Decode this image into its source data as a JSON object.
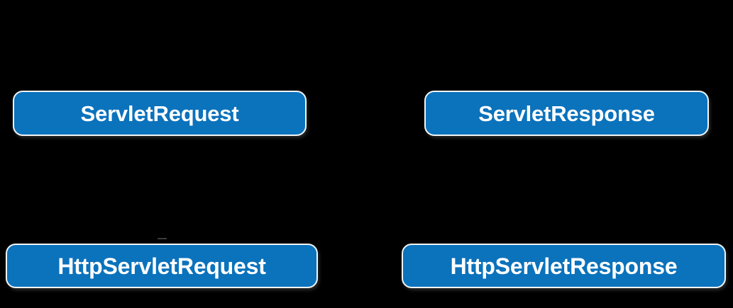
{
  "diagram": {
    "type": "class-hierarchy",
    "background_color": "#000000",
    "node_fill_color": "#0b72bc",
    "node_border_color": "#f2f4f6",
    "node_text_color": "#ffffff",
    "nodes": [
      {
        "id": "servlet-request",
        "label": "ServletRequest",
        "column": "request",
        "row": "base"
      },
      {
        "id": "servlet-response",
        "label": "ServletResponse",
        "column": "response",
        "row": "base"
      },
      {
        "id": "http-servlet-request",
        "label": "HttpServletRequest",
        "column": "request",
        "row": "derived"
      },
      {
        "id": "http-servlet-response",
        "label": "HttpServletResponse",
        "column": "response",
        "row": "derived"
      }
    ]
  }
}
